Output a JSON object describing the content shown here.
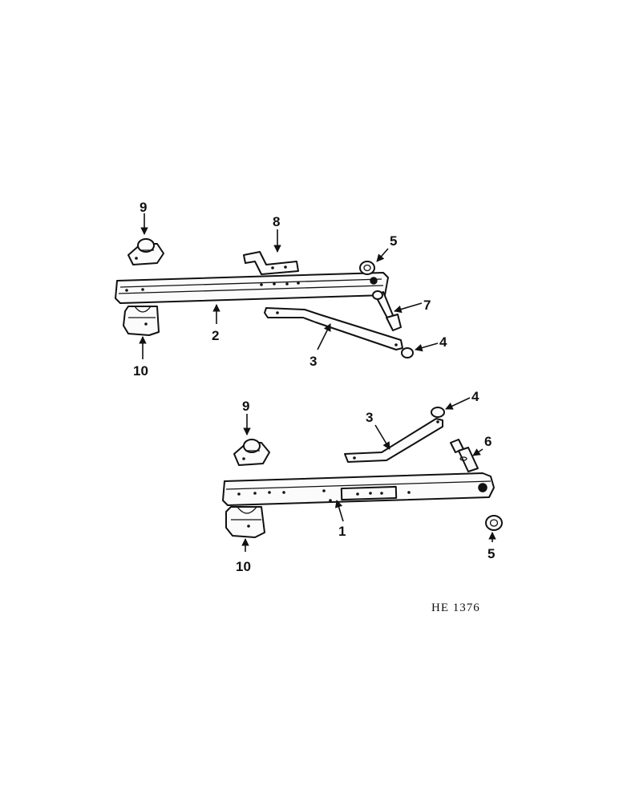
{
  "figure_ref": "HE 1376",
  "callouts": {
    "upper_9": "9",
    "upper_8": "8",
    "upper_5": "5",
    "upper_7": "7",
    "upper_2": "2",
    "upper_3": "3",
    "upper_4": "4",
    "upper_10": "10",
    "lower_9": "9",
    "lower_3": "3",
    "lower_4": "4",
    "lower_6": "6",
    "lower_1": "1",
    "lower_10": "10",
    "lower_5": "5"
  }
}
